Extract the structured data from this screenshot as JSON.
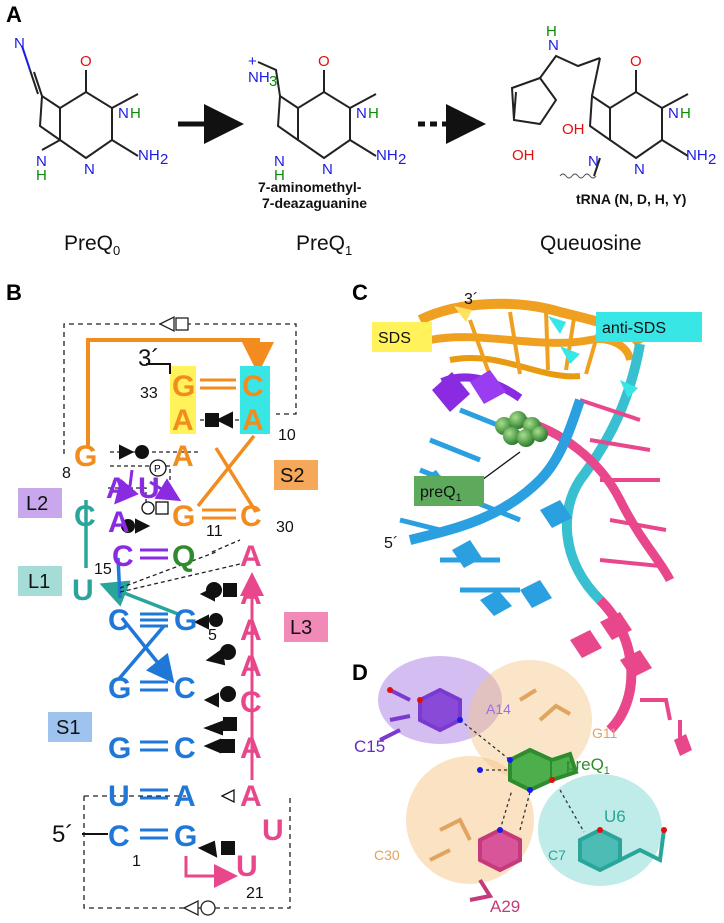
{
  "panels": {
    "a": "A",
    "b": "B",
    "c": "C",
    "d": "D"
  },
  "panelA": {
    "preq0_caption": "PreQ",
    "preq0_sub": "0",
    "preq1_caption": "PreQ",
    "preq1_sub": "1",
    "queuosine_caption": "Queuosine",
    "preq1_name_line1": "7-aminomethyl-",
    "preq1_name_line2": "7-deazaguanine",
    "trna_label": "tRNA (N, D, H, Y)"
  },
  "panelB": {
    "label_L1": "L1",
    "label_L2": "L2",
    "label_L3": "L3",
    "label_S1": "S1",
    "label_S2": "S2",
    "five_prime": "5´",
    "three_prime": "3´",
    "numbers": {
      "n1": "1",
      "n5": "5",
      "n8": "8",
      "n10": "10",
      "n11": "11",
      "n15": "15",
      "n21": "21",
      "n30": "30",
      "n33": "33"
    },
    "phosphate": "P",
    "colors": {
      "S1": "#1f77d8",
      "L1": "#2aa59a",
      "L2": "#8a2be2",
      "L3": "#e8478b",
      "S2": "#f28c1e",
      "Q": "#2e8b2e",
      "SDS_bg": "#fff25a",
      "antiSDS_bg": "#39e6e6"
    }
  },
  "panelC": {
    "three_prime": "3´",
    "five_prime": "5´",
    "sds": "SDS",
    "anti_sds": "anti-SDS",
    "preq1": "preQ",
    "preq1_sub": "1"
  },
  "panelD": {
    "a14": "A14",
    "g11": "G11",
    "c15": "C15",
    "preq1": "preQ",
    "preq1_sub": "1",
    "u6": "U6",
    "c30": "C30",
    "c7": "C7",
    "a29": "A29"
  }
}
